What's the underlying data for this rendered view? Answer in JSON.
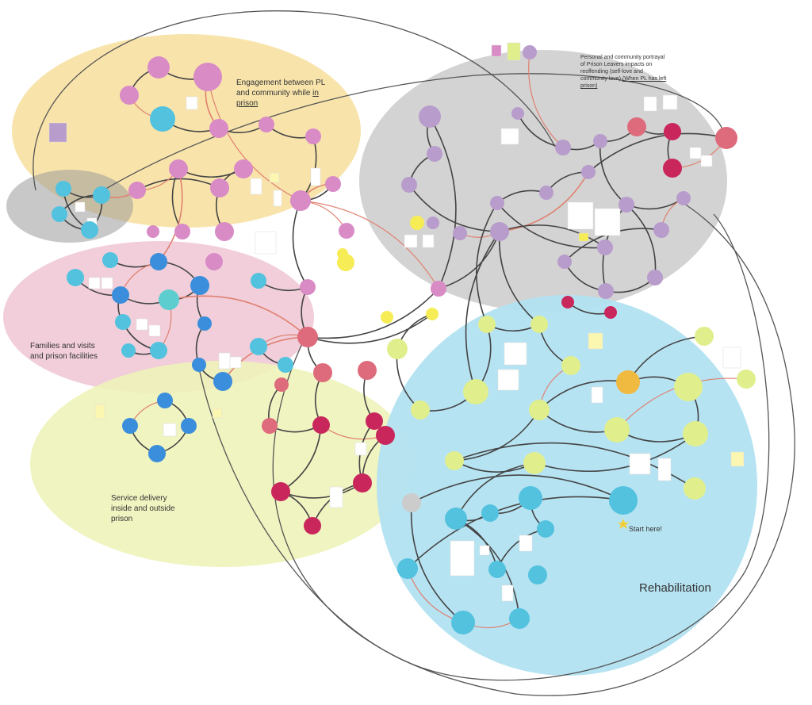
{
  "clusters": {
    "engagement": {
      "label": "Engagement between PL and community while",
      "label_emph": "in prison",
      "color": "#f8e4ab"
    },
    "families": {
      "label": "Families and visits and prison facilities",
      "color": "#efc6d3"
    },
    "service": {
      "label": "Service delivery inside and outside prison",
      "color": "#eef3b9"
    },
    "portrayal": {
      "label": "Personal and community portrayal of Prison Leavers impacts on reoffending (self-love and community love)",
      "label_emph": "(When PL has left prison)",
      "color": "#d3d3d3"
    },
    "rehabilitation": {
      "label": "Rehabilitation",
      "color": "#b2e1f1"
    }
  },
  "start_marker": {
    "label": "Start here!"
  },
  "colors": {
    "pink": "#d98bc6",
    "purple": "#b89ccb",
    "red": "#de6b7c",
    "crimson": "#c9275c",
    "cyan": "#52c2de",
    "blue": "#3b8edb",
    "lime": "#e0ef8c",
    "yellow": "#f6ec55",
    "orange": "#f0b940",
    "teal": "#5dcdd0",
    "grey": "#cccccc",
    "edge": "#444444",
    "edge_red": "#e08070"
  }
}
